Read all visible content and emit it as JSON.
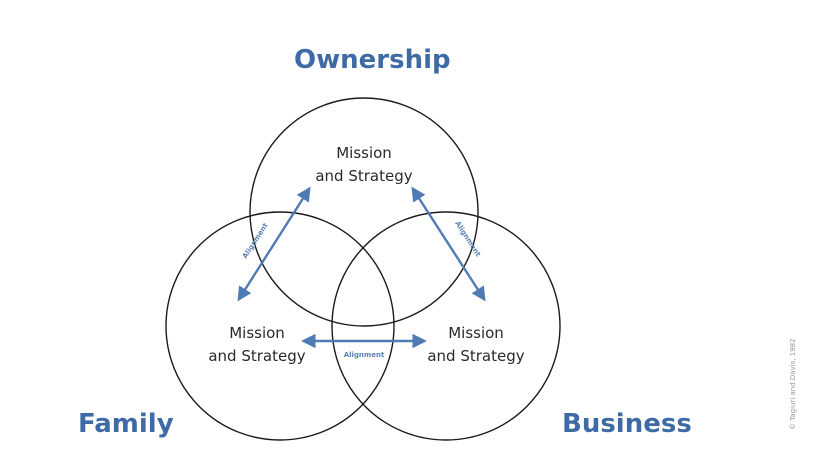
{
  "groups": {
    "ownership": "Ownership",
    "family": "Family",
    "business": "Business"
  },
  "mission": {
    "ownership": [
      "Mission",
      "and Strategy"
    ],
    "family": [
      "Mission",
      "and Strategy"
    ],
    "business": [
      "Mission",
      "and Strategy"
    ]
  },
  "arrows": {
    "family_ownership": "Alignment",
    "ownership_business": "Alignment",
    "family_business": "Alignment"
  },
  "copyright": "© Tagiuri and Davis, 1982",
  "colors": {
    "accent": "#3e6ba6",
    "arrow": "#4f7ab3",
    "circle": "#1a1a1a",
    "text": "#2a2a2a"
  }
}
